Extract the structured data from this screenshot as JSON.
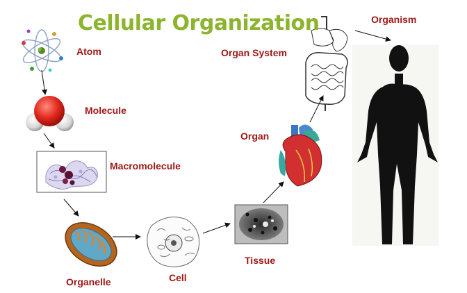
{
  "title": "Cellular Organization",
  "colors": {
    "title": "#8cb42e",
    "label": "#a01818",
    "arrow": "#111111"
  },
  "levels": [
    {
      "key": "atom",
      "label": "Atom",
      "icon": "atom-icon"
    },
    {
      "key": "molecule",
      "label": "Molecule",
      "icon": "water-molecule-icon"
    },
    {
      "key": "macromolecule",
      "label": "Macromolecule",
      "icon": "protein-structure-icon"
    },
    {
      "key": "organelle",
      "label": "Organelle",
      "icon": "mitochondrion-icon"
    },
    {
      "key": "cell",
      "label": "Cell",
      "icon": "cell-icon"
    },
    {
      "key": "tissue",
      "label": "Tissue",
      "icon": "tissue-icon"
    },
    {
      "key": "organ",
      "label": "Organ",
      "icon": "heart-icon"
    },
    {
      "key": "organ_system",
      "label": "Organ System",
      "icon": "digestive-system-icon"
    },
    {
      "key": "organism",
      "label": "Organism",
      "icon": "human-silhouette-icon"
    }
  ]
}
